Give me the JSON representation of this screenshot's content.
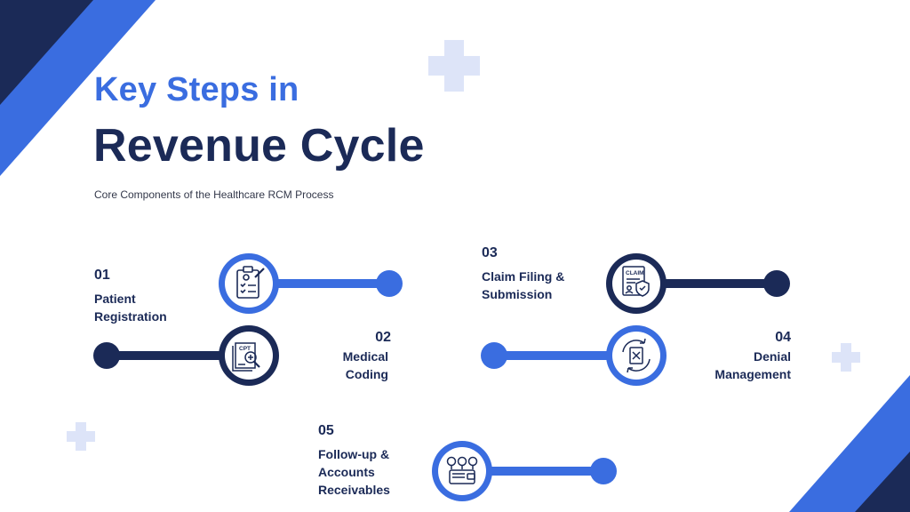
{
  "header": {
    "title_line1": "Key Steps in",
    "title_line2": "Revenue Cycle",
    "subtitle": "Core Components of the Healthcare RCM Process"
  },
  "steps": [
    {
      "number": "01",
      "label_line1": "Patient",
      "label_line2": "Registration",
      "label_line3": "",
      "icon": "clipboard-checklist-icon"
    },
    {
      "number": "02",
      "label_line1": "Medical",
      "label_line2": "Coding",
      "label_line3": "",
      "icon": "cpt-code-book-icon"
    },
    {
      "number": "03",
      "label_line1": "Claim Filing &",
      "label_line2": "Submission",
      "label_line3": "",
      "icon": "claim-form-shield-icon"
    },
    {
      "number": "04",
      "label_line1": "Denial",
      "label_line2": "Management",
      "label_line3": "",
      "icon": "cycle-arrows-document-icon"
    },
    {
      "number": "05",
      "label_line1": "Follow-up &",
      "label_line2": "Accounts",
      "label_line3": "Receivables",
      "icon": "wallet-coins-icon"
    }
  ],
  "icons": {
    "cpt_text": "CPT",
    "claim_text": "CLAIM"
  },
  "colors": {
    "blue": "#3a6de0",
    "navy": "#1b2a57",
    "light_plus": "#dde4f8"
  }
}
